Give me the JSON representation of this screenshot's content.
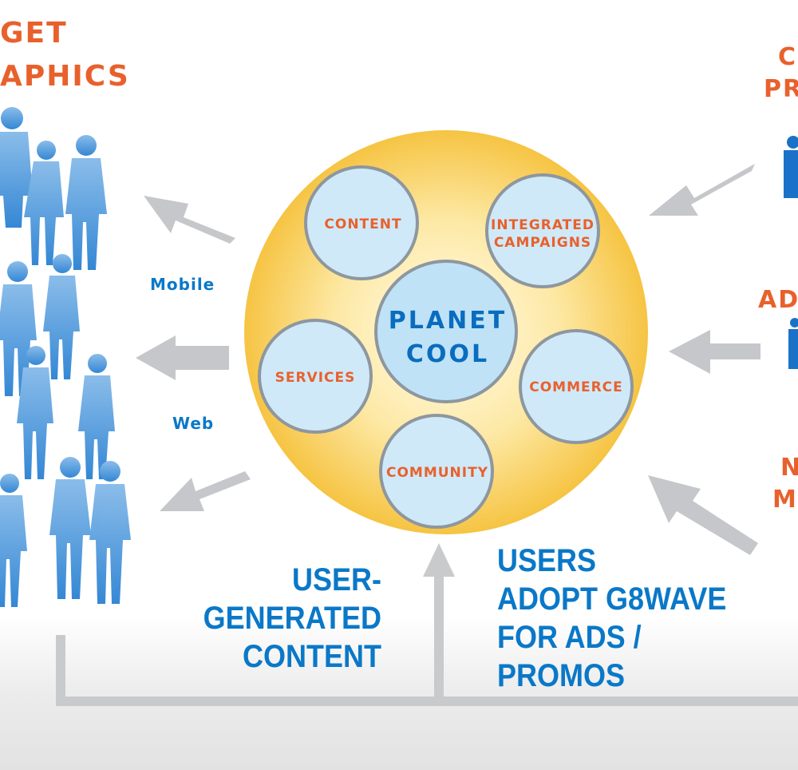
{
  "headings": {
    "left": [
      "GET",
      "APHICS"
    ],
    "right_top": [
      "CO",
      "PR"
    ],
    "right_mid": "AD",
    "right_bottom": [
      "N",
      "MA"
    ]
  },
  "channels": {
    "mobile": "Mobile",
    "web": "Web"
  },
  "center": {
    "line1": "PLANET",
    "line2": "COOL"
  },
  "nodes": [
    {
      "lines": [
        "CONTENT"
      ]
    },
    {
      "lines": [
        "INTEGRATED",
        "CAMPAIGNS"
      ]
    },
    {
      "lines": [
        "SERVICES"
      ]
    },
    {
      "lines": [
        "COMMERCE"
      ]
    },
    {
      "lines": [
        "COMMUNITY"
      ]
    }
  ],
  "captions": {
    "ugc": [
      "USER-",
      "GENERATED",
      "CONTENT"
    ],
    "adopt": [
      "USERS",
      "ADOPT G8WAVE",
      "FOR ADS /",
      "PROMOS"
    ]
  },
  "colors": {
    "orange": "#e8612c",
    "blue": "#0a78c8",
    "gold": "#f7c744",
    "arrow_gray": "#c4c6c9",
    "bubble": "#cfeaf8"
  }
}
